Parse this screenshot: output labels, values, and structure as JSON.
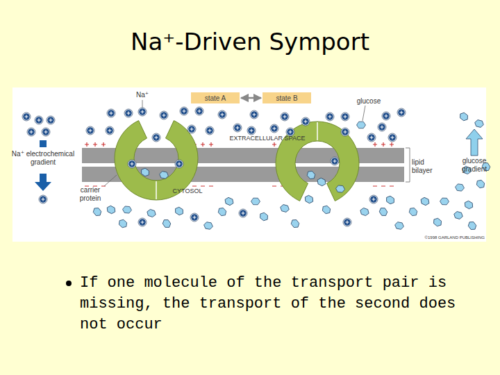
{
  "diagram": {
    "title": "Na⁺-Driven Symport",
    "caption": "If one molecule of the transport pair is missing, the transport of the second does not occur",
    "nodes": [
      {
        "text": [
          "state A"
        ]
      },
      {
        "text": [
          "state B"
        ]
      }
    ],
    "edges": [
      {
        "from": 0,
        "to": 1,
        "arrow": "both"
      }
    ],
    "labels": [
      "Na⁺",
      "glucose",
      "EXTRACELLULAR SPACE",
      "Na⁺ electrochemical gradient",
      "lipid bilayer",
      "glucose gradient",
      "carrier protein",
      "CYTOSOL",
      "©1998 GARLAND PUBLISHING"
    ]
  }
}
